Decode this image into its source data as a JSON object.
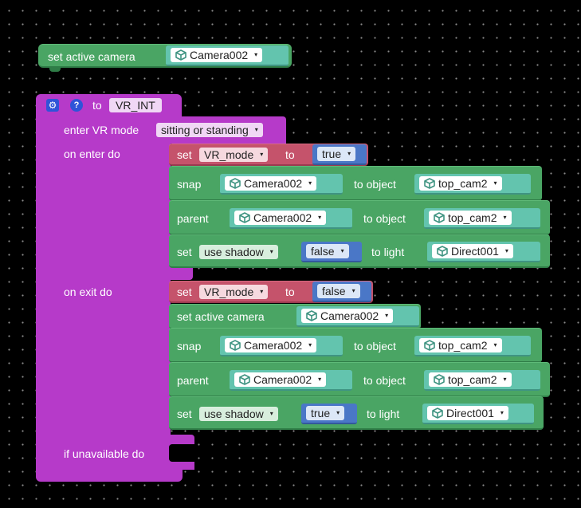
{
  "top": {
    "label": "set active camera",
    "camera": "Camera002"
  },
  "func": {
    "to_label": "to",
    "name": "VR_INT"
  },
  "enter_vr": {
    "label": "enter VR mode",
    "mode": "sitting or standing"
  },
  "on_enter": {
    "label": "on enter do",
    "set_var": {
      "set": "set",
      "var": "VR_mode",
      "to": "to",
      "value": "true"
    },
    "snap": {
      "label": "snap",
      "obj": "Camera002",
      "to": "to object",
      "target": "top_cam2"
    },
    "parent": {
      "label": "parent",
      "obj": "Camera002",
      "to": "to object",
      "target": "top_cam2"
    },
    "shadow": {
      "set": "set",
      "prop": "use shadow",
      "value": "false",
      "to": "to light",
      "light": "Direct001"
    }
  },
  "on_exit": {
    "label": "on exit do",
    "set_var": {
      "set": "set",
      "var": "VR_mode",
      "to": "to",
      "value": "false"
    },
    "camera": {
      "label": "set active camera",
      "obj": "Camera002"
    },
    "snap": {
      "label": "snap",
      "obj": "Camera002",
      "to": "to object",
      "target": "top_cam2"
    },
    "parent": {
      "label": "parent",
      "obj": "Camera002",
      "to": "to object",
      "target": "top_cam2"
    },
    "shadow": {
      "set": "set",
      "prop": "use shadow",
      "value": "true",
      "to": "to light",
      "light": "Direct001"
    }
  },
  "unavailable": {
    "label": "if unavailable do"
  },
  "icons": {
    "dropdown": "▾",
    "question": "?",
    "gear": "⚙"
  },
  "colors": {
    "green": "#4aa564",
    "pink": "#c5536b",
    "purple": "#b63ac9",
    "object": "#63c4ae",
    "logic": "#4a77c7"
  }
}
